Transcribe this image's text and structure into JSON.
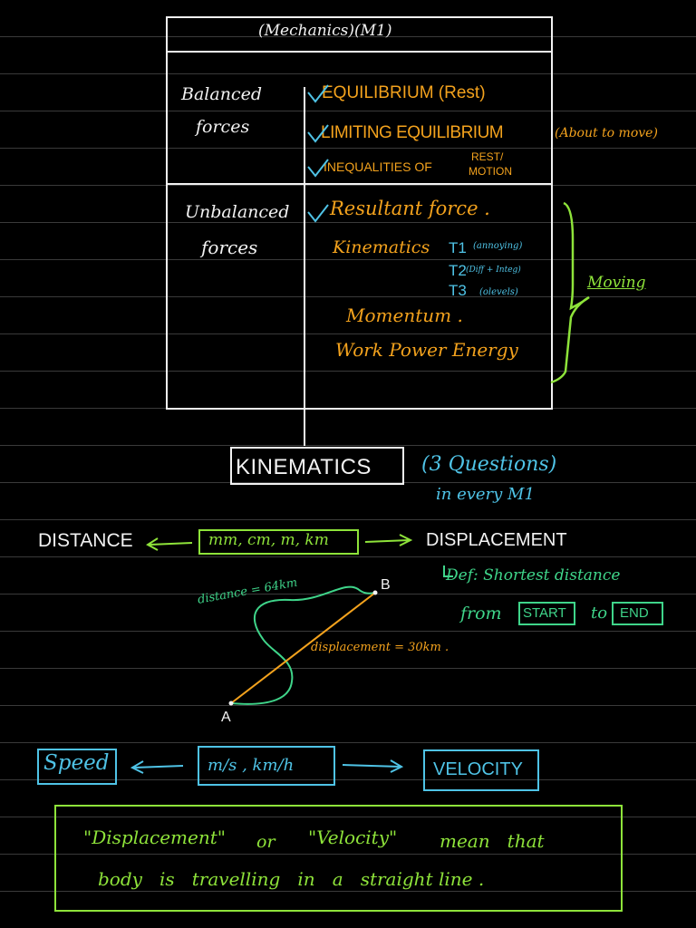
{
  "table": {
    "title": "(Mechanics)(M1)",
    "balanced": {
      "label_line1": "Balanced",
      "label_line2": "forces",
      "items": [
        "EQUILIBRIUM (Rest)",
        "LIMITING EQUILIBRIUM",
        "INEQUALITIES OF"
      ],
      "about_to_move": "(About to move)",
      "rest_motion_line1": "REST/",
      "rest_motion_line2": "MOTION"
    },
    "unbalanced": {
      "label_line1": "Unbalanced",
      "label_line2": "forces",
      "resultant": "Resultant force .",
      "kinematics": "Kinematics",
      "t1": "T1",
      "t1_note": "(annoying)",
      "t2": "T2",
      "t2_note": "(Diff + Integ)",
      "t3": "T3",
      "t3_note": "(olevels)",
      "momentum": "Momentum .",
      "work": "Work Power Energy",
      "moving": "Moving"
    }
  },
  "kinematics": {
    "heading": "KINEMATICS",
    "questions_line1": "(3 Questions)",
    "questions_line2": "in every M1"
  },
  "distance_section": {
    "distance": "DISTANCE",
    "units": "mm, cm, m, km",
    "displacement": "DISPLACEMENT",
    "def_line1": "Def: Shortest distance",
    "def_from": "from",
    "start": "START",
    "to": "to",
    "end": "END"
  },
  "diagram": {
    "point_a": "A",
    "point_b": "B",
    "distance_label": "distance = 64km",
    "displacement_label": "displacement = 30km ."
  },
  "speed_section": {
    "speed": "Speed",
    "units": "m/s , km/h",
    "velocity": "VELOCITY"
  },
  "note": {
    "line1_part1": "\"Displacement\"",
    "line1_or": "or",
    "line1_part2": "\"Velocity\"",
    "line1_part3": "mean   that",
    "line2": "body   is   travelling   in   a   straight line ."
  },
  "colors": {
    "white": "#f2f2f2",
    "orange": "#f3a21d",
    "green": "#8ee33a",
    "cyan": "#4fc3e6",
    "mint": "#3fd58a"
  }
}
